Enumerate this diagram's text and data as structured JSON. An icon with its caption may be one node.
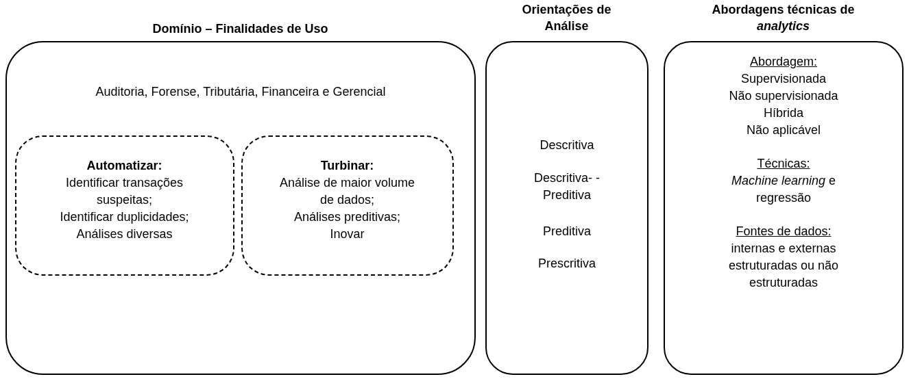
{
  "diagram": {
    "nodes": [
      {
        "text": [
          "Domínio – Finalidades de Uso",
          "Auditoria, Forense, Tributária, Financeira e Gerencial"
        ]
      },
      {
        "text": [
          "Automatizar:",
          "Identificar transações suspeitas;",
          "Identificar duplicidades;",
          "Análises diversas"
        ],
        "in": 0
      },
      {
        "text": [
          "Turbinar:",
          "Análise de maior volume de dados;",
          "Análises preditivas;",
          "Inovar"
        ],
        "in": 0
      },
      {
        "text": [
          "Orientações de Análise",
          "Descritiva",
          "Descritiva- -Preditiva",
          "Preditiva",
          "Prescritiva"
        ]
      },
      {
        "text": [
          "Abordagens técnicas de *analytics*",
          "Abordagem:",
          "Supervisionada",
          "Não supervisionada",
          "Híbrida",
          "Não aplicável",
          "Técnicas:",
          "*Machine learning* e regressão",
          "Fontes de dados:",
          "internas e externas estruturadas ou não estruturadas"
        ]
      }
    ]
  }
}
